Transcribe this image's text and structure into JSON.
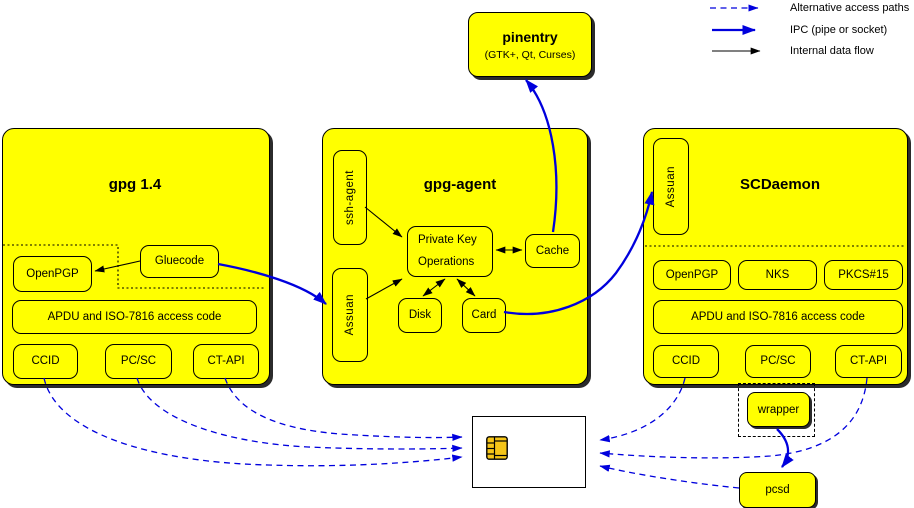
{
  "legend": {
    "alternative": "Alternative access paths",
    "ipc": "IPC (pipe or socket)",
    "internal": "Internal data flow"
  },
  "pinentry": {
    "title": "pinentry",
    "subtitle": "(GTK+, Qt, Curses)"
  },
  "gpg14": {
    "title": "gpg 1.4",
    "openpgp": "OpenPGP",
    "gluecode": "Gluecode",
    "apdu": "APDU and ISO-7816 access code",
    "ccid": "CCID",
    "pcsc": "PC/SC",
    "ctapi": "CT-API"
  },
  "gpg_agent": {
    "title": "gpg-agent",
    "ssh_agent": "ssh-agent",
    "assuan": "Assuan",
    "private_key_ops_line1": "Private Key",
    "private_key_ops_line2": "Operations",
    "cache": "Cache",
    "disk": "Disk",
    "card": "Card"
  },
  "scdaemon": {
    "title": "SCDaemon",
    "assuan": "Assuan",
    "openpgp": "OpenPGP",
    "nks": "NKS",
    "pkcs15": "PKCS#15",
    "apdu": "APDU and ISO-7816 access code",
    "ccid": "CCID",
    "pcsc": "PC/SC",
    "ctapi": "CT-API"
  },
  "wrapper": {
    "label": "wrapper"
  },
  "pcsd": {
    "label": "pcsd"
  },
  "colors": {
    "node_fill": "#ffff00",
    "ipc_blue": "#0000dd",
    "line_black": "#000000",
    "card_fill": "#ffffff",
    "shadow": "#2b2b2b"
  }
}
